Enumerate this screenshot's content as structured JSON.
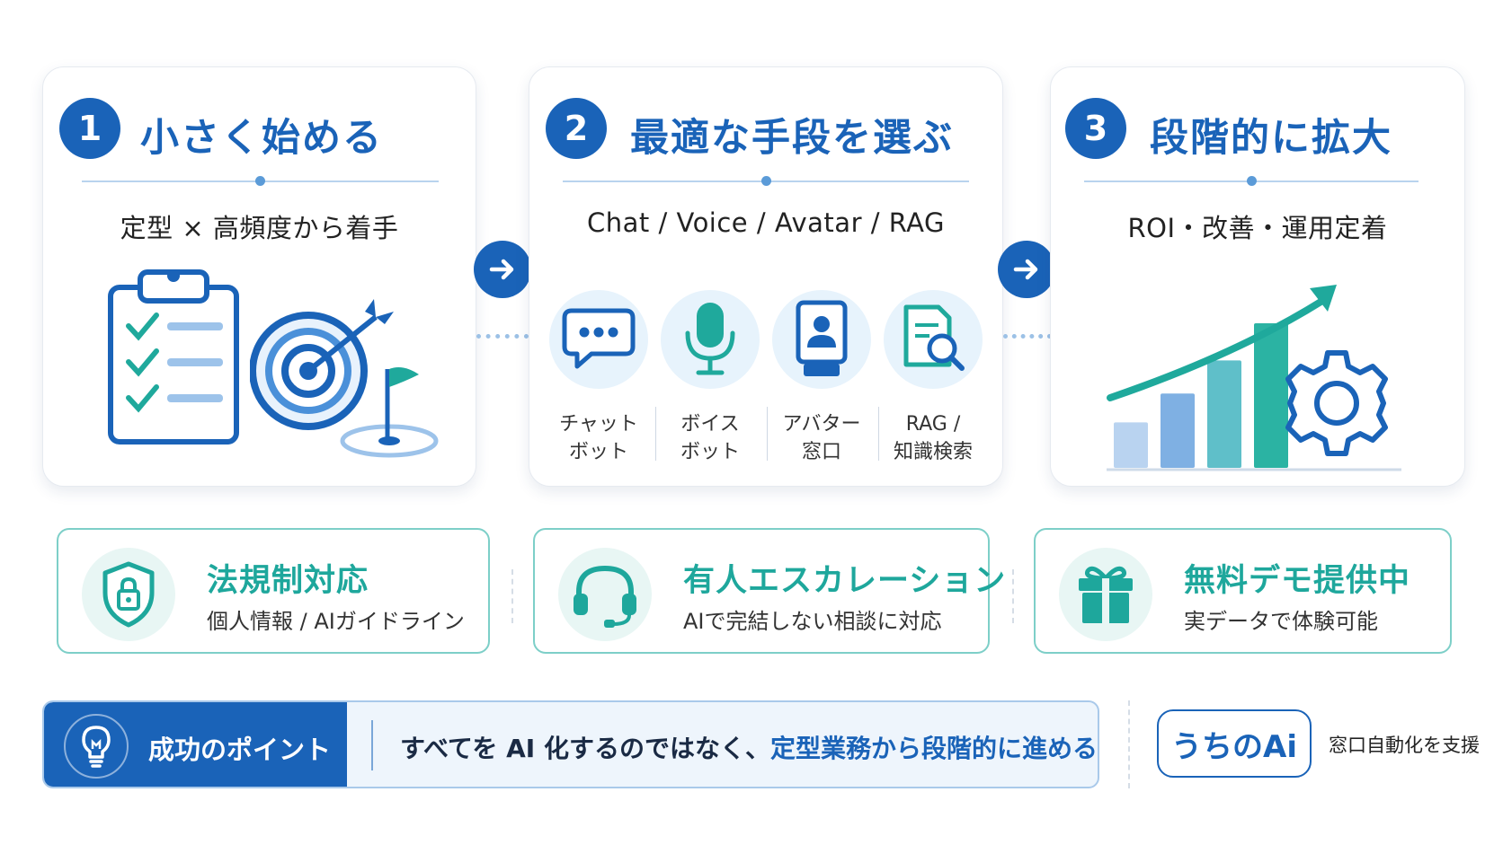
{
  "steps": [
    {
      "number": "1",
      "title": "小さく始める",
      "subtitle": "定型 × 高頻度から着手"
    },
    {
      "number": "2",
      "title": "最適な手段を選ぶ",
      "subtitle": "Chat / Voice / Avatar / RAG"
    },
    {
      "number": "3",
      "title": "段階的に拡大",
      "subtitle": "ROI・改善・運用定着"
    }
  ],
  "channels": [
    {
      "label": "チャット\nボット",
      "icon": "chat-bubble-icon"
    },
    {
      "label": "ボイス\nボット",
      "icon": "microphone-icon"
    },
    {
      "label": "アバター\n窓口",
      "icon": "avatar-kiosk-icon"
    },
    {
      "label": "RAG /\n知識検索",
      "icon": "document-search-icon"
    }
  ],
  "growth_chart": {
    "bars": [
      0.22,
      0.36,
      0.52,
      0.7
    ],
    "colors": [
      "#b9d3f0",
      "#7fb0e3",
      "#5fbfc9",
      "#2bb3a3"
    ]
  },
  "features": [
    {
      "title": "法規制対応",
      "subtitle": "個人情報 / AIガイドライン",
      "icon": "shield-lock-icon"
    },
    {
      "title": "有人エスカレーション",
      "subtitle": "AIで完結しない相談に対応",
      "icon": "headset-icon"
    },
    {
      "title": "無料デモ提供中",
      "subtitle": "実データで体験可能",
      "icon": "gift-icon"
    }
  ],
  "point": {
    "label": "成功のポイント",
    "text_plain": "すべてを AI 化するのではなく、",
    "text_highlight": "定型業務から段階的に進める"
  },
  "brand": {
    "name": "うちのAi",
    "tagline": "窓口自動化を支援"
  },
  "colors": {
    "primary": "#1a63b8",
    "teal": "#1ea79c",
    "light_blue": "#e7f3fc",
    "border_teal": "#7dcfc8"
  }
}
